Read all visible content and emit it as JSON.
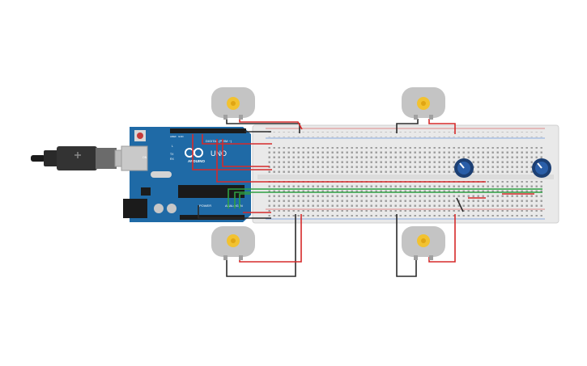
{
  "board": {
    "brand": "ARDUINO",
    "model": "UNO",
    "digital_label": "DIGITAL (PWM ~)",
    "power_label": "POWER",
    "analog_label": "ANALOG IN",
    "tx_label": "TX",
    "rx_label": "RX",
    "l_label": "L",
    "on_label": "ON",
    "aref_label": "AREF",
    "gnd_label": "GND"
  },
  "colors": {
    "board": "#1f6aa6",
    "wire_red": "#d62a2a",
    "wire_black": "#2b2b2b",
    "wire_green": "#2ea043",
    "breadboard": "#e9e9e9",
    "motor_body": "#c4c4c4",
    "motor_shaft": "#f2c230",
    "pot_body": "#1c3f73"
  },
  "icons": {
    "usb_cable": "usb-cable-icon",
    "motor": "dc-motor-icon",
    "potentiometer": "potentiometer-icon"
  }
}
